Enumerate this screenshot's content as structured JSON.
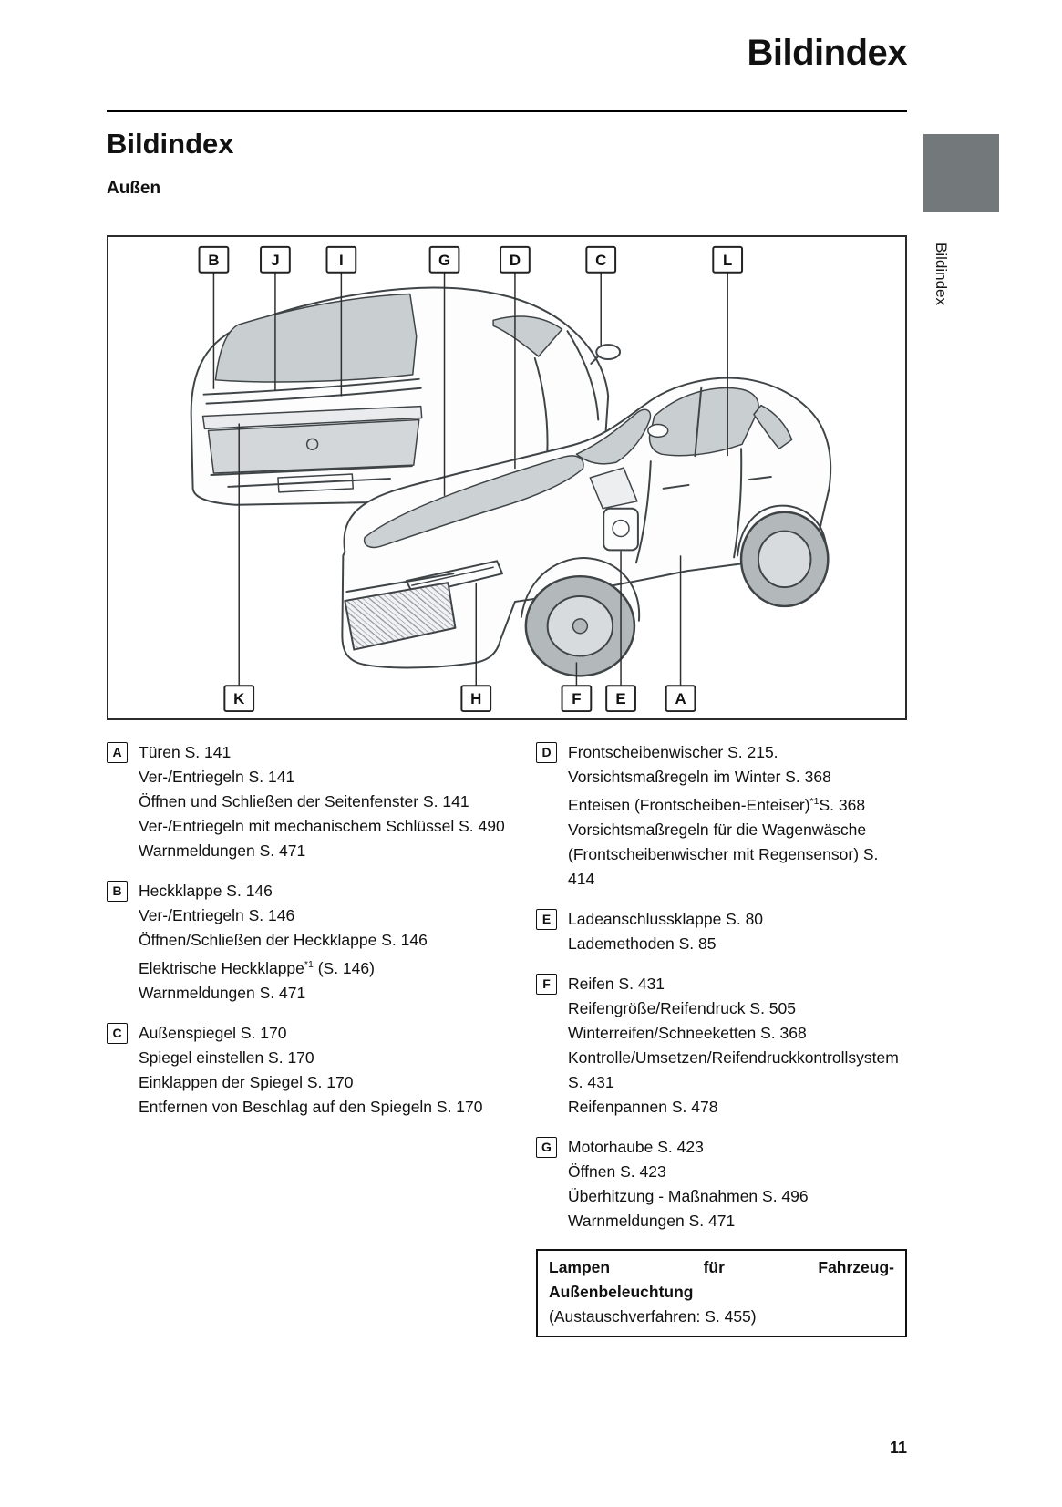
{
  "header": {
    "title": "Bildindex"
  },
  "section": {
    "title": "Bildindex",
    "subtitle": "Außen"
  },
  "sidebar": {
    "tab_label": "Bildindex"
  },
  "colors": {
    "chapter_tab_gray": "#73787b",
    "glass_gray": "#c9ced1",
    "panel_gray": "#d3d7d9"
  },
  "figure": {
    "top_labels": [
      "B",
      "J",
      "I",
      "G",
      "D",
      "C",
      "L"
    ],
    "bottom_labels": [
      "K",
      "H",
      "F",
      "E",
      "A"
    ]
  },
  "entries_left": [
    {
      "label": "A",
      "title": "Türen S. 141",
      "items": [
        "Ver-/Entriegeln S. 141",
        "Öffnen und Schließen der Seitenfenster S. 141",
        "Ver-/Entriegeln mit mechanischem Schlüssel S. 490",
        "Warnmeldungen S. 471"
      ]
    },
    {
      "label": "B",
      "title": "Heckklappe S. 146",
      "items": [
        "Ver-/Entriegeln S. 146",
        "Öffnen/Schließen der Heckklappe S. 146",
        "Elektrische Heckklappe*1 (S. 146)",
        "Warnmeldungen S. 471"
      ]
    },
    {
      "label": "C",
      "title": "Außenspiegel S. 170",
      "items": [
        "Spiegel einstellen S. 170",
        "Einklappen der Spiegel S. 170",
        "Entfernen von Beschlag auf den Spiegeln S. 170"
      ]
    }
  ],
  "entries_right": [
    {
      "label": "D",
      "title": "Frontscheibenwischer S. 215.",
      "items": [
        "Vorsichtsmaßregeln im Winter S. 368",
        "Enteisen (Frontscheiben-Enteiser)*1S. 368",
        "Vorsichtsmaßregeln für die Wagenwäsche (Frontscheibenwischer mit Regensensor) S. 414"
      ]
    },
    {
      "label": "E",
      "title": "Ladeanschlussklappe S. 80",
      "items": [
        "Lademethoden S. 85"
      ]
    },
    {
      "label": "F",
      "title": "Reifen S. 431",
      "items": [
        "Reifengröße/Reifendruck S. 505",
        "Winterreifen/Schneeketten S. 368",
        "Kontrolle/Umsetzen/Reifendruckkontrollsystem S. 431",
        "Reifenpannen S. 478"
      ]
    },
    {
      "label": "G",
      "title": "Motorhaube S. 423",
      "items": [
        "Öffnen S. 423",
        "Überhitzung - Maßnahmen S. 496",
        "Warnmeldungen S. 471"
      ]
    }
  ],
  "note": {
    "line1": "Lampen für Fahrzeug-",
    "line2": "Außenbeleuchtung",
    "line3": "(Austauschverfahren: S. 455)"
  },
  "footer": {
    "page_number": "11"
  }
}
